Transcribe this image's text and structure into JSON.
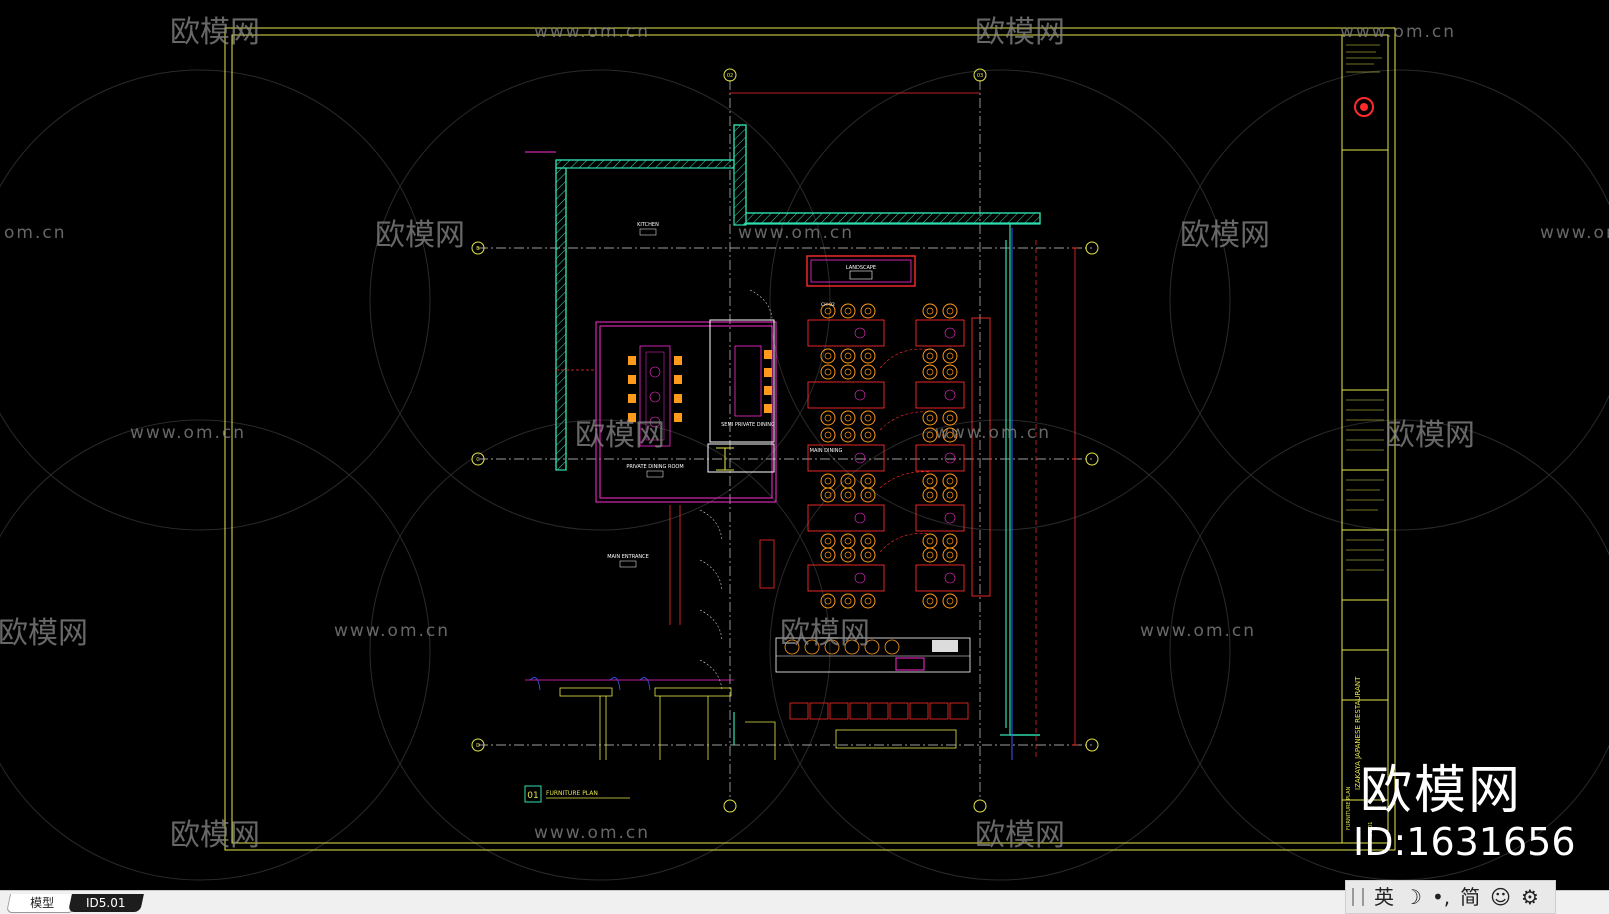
{
  "watermark": {
    "brand_text": "欧模网",
    "url_text": "www.om.cn",
    "url_fragment": "om.cn",
    "big_brand": "欧模网",
    "id_label": "ID:1631656"
  },
  "drawing": {
    "kitchen_label": "KITCHEN",
    "landscape_label": "LANDSCAPE",
    "private_dining_label": "PRIVATE DINING ROOM",
    "semi_private_label": "SEMI PRIVATE DINING",
    "main_dining_label": "MAIN DINING",
    "main_entrance_label": "MAIN ENTRANCE",
    "plan_number": "01",
    "plan_title": "FURNITURE PLAN",
    "chair_tag": "CH-02",
    "grid_tags": [
      "02",
      "03",
      "B",
      "C",
      "D"
    ],
    "title_block": {
      "project_name": "IZAKAYA JAPANESE RESTAURANT",
      "sheet_title": "FURNITURE PLAN",
      "sheet_no": "ID5.01"
    }
  },
  "tabs": {
    "model_label": "模型",
    "layout_label": "ID5.01"
  },
  "ime": {
    "lang": "英",
    "moon": "☽",
    "punct": "•,",
    "simplified": "简",
    "emoji": "☺",
    "settings": "⚙"
  },
  "colors": {
    "background": "#000000",
    "frame": "#e6e64a",
    "wall": "#2fe0b0",
    "red": "#ff2a2a",
    "magenta": "#ff2bd6",
    "white": "#ffffff",
    "cyan": "#00e5ff",
    "orange": "#ff9a1a",
    "blue": "#3a5cff"
  }
}
